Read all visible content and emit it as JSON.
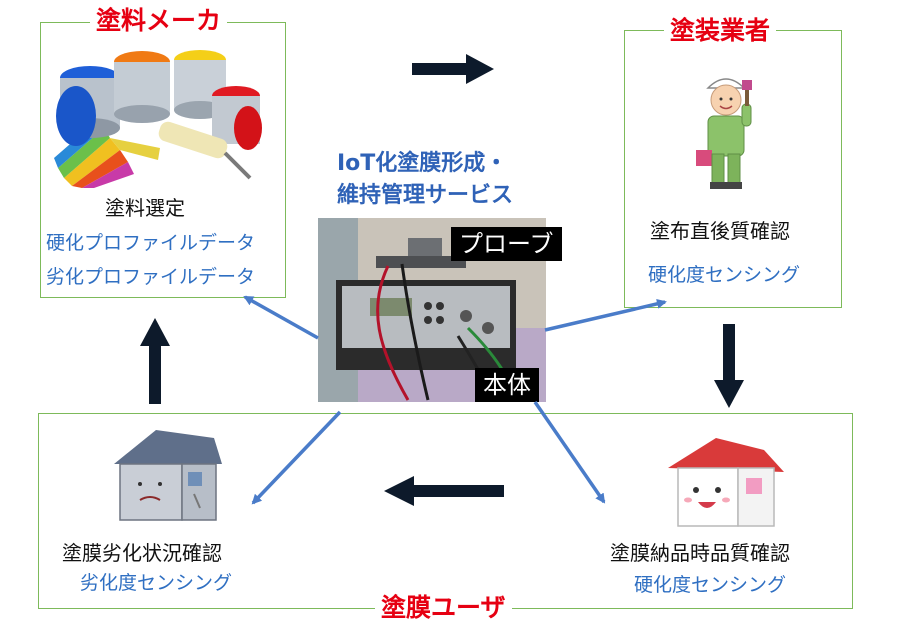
{
  "paint_maker": {
    "title": "塗料メーカ",
    "line1": "塗料選定",
    "line2": "硬化プロファイルデータ",
    "line3": "劣化プロファイルデータ"
  },
  "painter": {
    "title": "塗装業者",
    "line1": "塗布直後質確認",
    "line2": "硬化度センシング"
  },
  "center": {
    "title_line1": "IoT化塗膜形成・",
    "title_line2": "維持管理サービス",
    "tag_probe": "プローブ",
    "tag_body": "本体"
  },
  "user": {
    "title": "塗膜ユーザ",
    "left_line1": "塗膜劣化状況確認",
    "left_line2": "劣化度センシング",
    "right_line1": "塗膜納品時品質確認",
    "right_line2": "硬化度センシング"
  },
  "colors": {
    "red_label": "#e60012",
    "blue_text": "#2f6fc2",
    "box_border": "#7dba5a",
    "thin_arrow": "#4a7cc9",
    "thick_arrow": "#0d1a2b"
  }
}
